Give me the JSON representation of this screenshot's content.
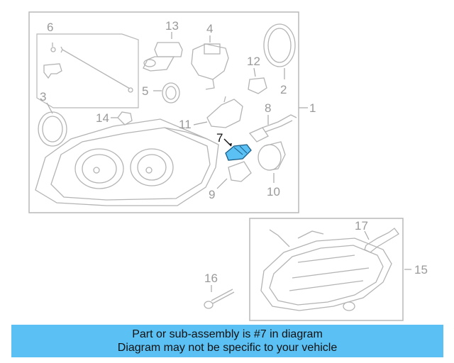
{
  "callouts": {
    "c1": "1",
    "c2": "2",
    "c3": "3",
    "c4": "4",
    "c5": "5",
    "c6": "6",
    "c7": "7",
    "c8": "8",
    "c9": "9",
    "c10": "10",
    "c11": "11",
    "c12": "12",
    "c13": "13",
    "c14": "14",
    "c15": "15",
    "c16": "16",
    "c17": "17"
  },
  "highlight": {
    "part_number": "7",
    "color": "#5bc0f3"
  },
  "banner": {
    "line1": "Part or sub-assembly is #7 in diagram",
    "line2": "Diagram may not be specific to your vehicle",
    "background": "#5bc0f3"
  }
}
